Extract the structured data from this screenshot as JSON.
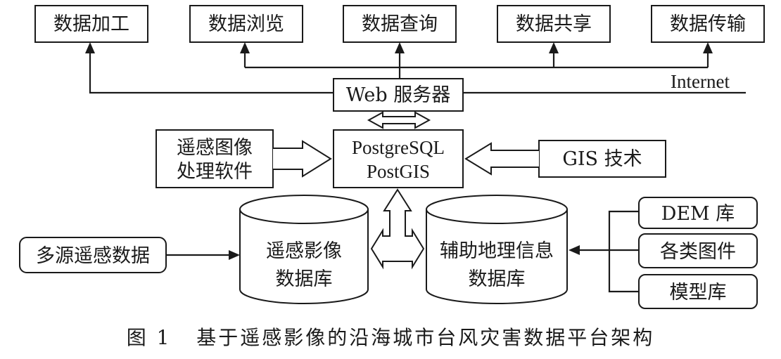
{
  "diagram": {
    "top_nodes": [
      "数据加工",
      "数据浏览",
      "数据查询",
      "数据共享",
      "数据传输"
    ],
    "internet_label": "Internet",
    "web_server": "Web 服务器",
    "db_core": [
      "PostgreSQL",
      "PostGIS"
    ],
    "rs_software": [
      "遥感图像",
      "处理软件"
    ],
    "gis_tech": "GIS 技术",
    "multi_source": "多源遥感数据",
    "rs_db": [
      "遥感影像",
      "数据库"
    ],
    "aux_db": [
      "辅助地理信息",
      "数据库"
    ],
    "dem": "DEM 库",
    "maps": "各类图件",
    "models": "模型库",
    "caption": "图 1   基于遥感影像的沿海城市台风灾害数据平台架构"
  }
}
